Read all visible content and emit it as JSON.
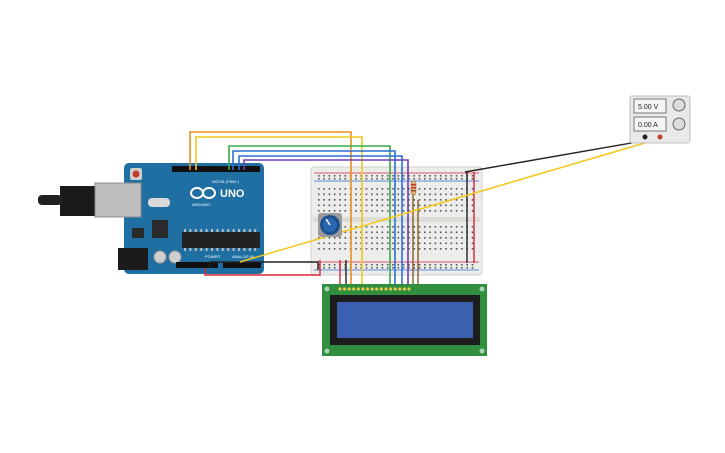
{
  "arduino": {
    "brand": "UNO",
    "digital_label": "DIGITAL (PWM~)",
    "power_label": "POWER",
    "analog_label": "ANALOG IN",
    "logo_text": "ARDUINO",
    "icon": "arduino-infinity-logo"
  },
  "power_supply": {
    "voltage": "5.00 V",
    "current": "0.00 A"
  },
  "colors": {
    "board": "#1f6fa3",
    "lcd_pcb": "#2f8f3f",
    "lcd_screen": "#3d5fb0",
    "wire_orange": "#e8901c",
    "wire_yellow": "#f2c81b",
    "wire_green": "#3aa84a",
    "wire_blue": "#2b6fd6",
    "wire_purple": "#6a3fb0",
    "wire_red": "#d8233a",
    "wire_black": "#222222",
    "wire_brown": "#8a5a2a"
  }
}
